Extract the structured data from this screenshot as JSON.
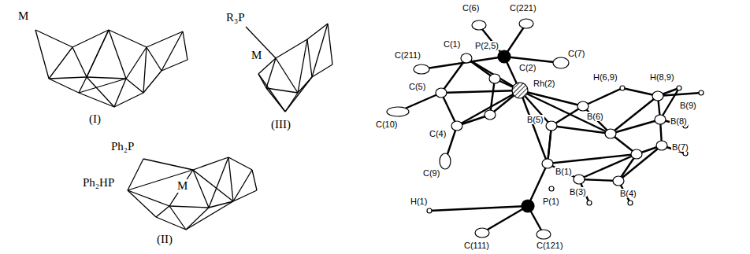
{
  "diagram": {
    "labels": [
      "M",
      "(I)",
      "R₃P",
      "M",
      "(III)",
      "Ph₂P",
      "Ph₂HP",
      "M",
      "(II)",
      "C(6)",
      "C(221)",
      "C(1)",
      "P(2,5)",
      "C(7)",
      "C(211)",
      "C(2)",
      "Rh(2)",
      "H(6,9)",
      "H(8,9)",
      "B(6)",
      "B(9)",
      "B(8)",
      "B(7)",
      "C(10)",
      "C(5)",
      "C(4)",
      "B(5)",
      "C(9)",
      "B(1)",
      "B(3)",
      "B(4)",
      "H(1)",
      "P(1)",
      "C(111)",
      "C(121)"
    ]
  }
}
